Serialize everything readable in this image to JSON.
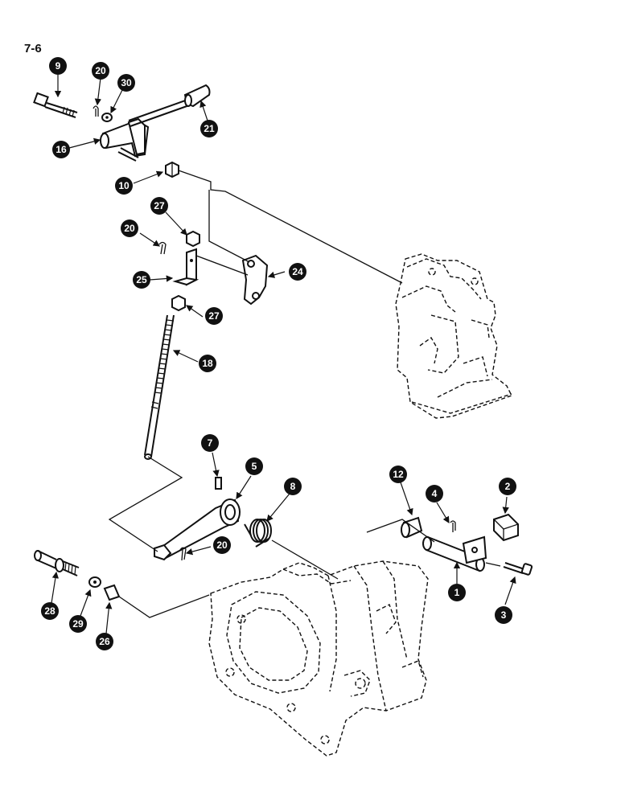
{
  "page": {
    "number": "7-6"
  },
  "callouts": {
    "c1": "1",
    "c2": "2",
    "c3": "3",
    "c4": "4",
    "c5": "5",
    "c7": "7",
    "c8": "8",
    "c9": "9",
    "c10": "10",
    "c12": "12",
    "c16": "16",
    "c18": "18",
    "c20a": "20",
    "c20b": "20",
    "c20c": "20",
    "c21": "21",
    "c24": "24",
    "c25": "25",
    "c26": "26",
    "c27a": "27",
    "c27b": "27",
    "c28": "28",
    "c29": "29",
    "c30": "30"
  }
}
